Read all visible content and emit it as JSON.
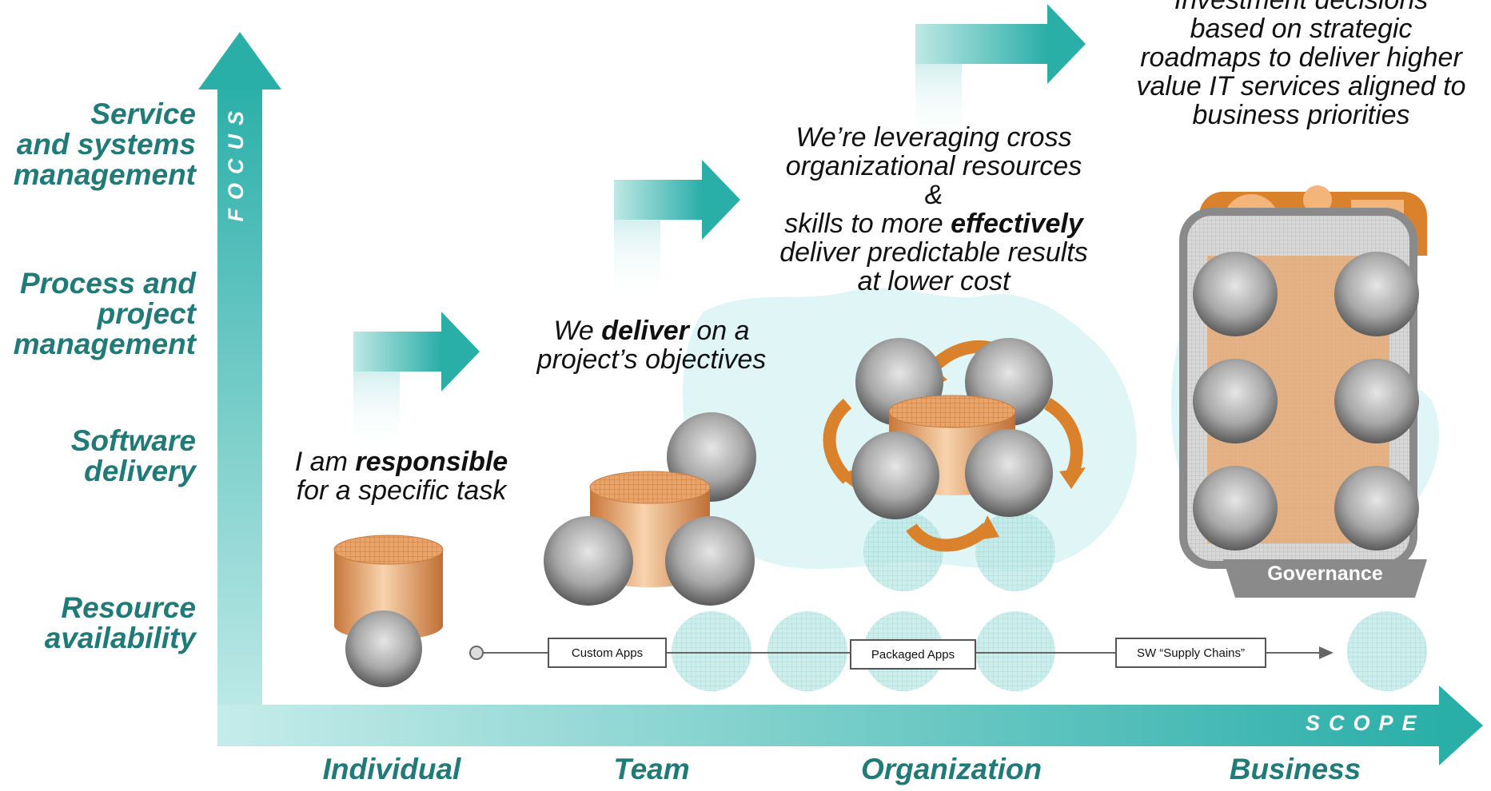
{
  "axes": {
    "vertical": "FOCUS",
    "horizontal": "SCOPE"
  },
  "focus_levels": [
    {
      "line1": "Service",
      "line2": "and systems",
      "line3": "management"
    },
    {
      "line1": "Process and",
      "line2": "project",
      "line3": "management"
    },
    {
      "line1": "Software",
      "line2": "delivery"
    },
    {
      "line1": "Resource",
      "line2": "availability"
    }
  ],
  "scope_levels": [
    "Individual",
    "Team",
    "Organization",
    "Business"
  ],
  "statements": {
    "individual": {
      "pre": "I am ",
      "bold": "responsible",
      "post": "for a specific task"
    },
    "team": {
      "pre": "We ",
      "bold": "deliver",
      "mid": " on a",
      "post": "project’s objectives"
    },
    "organization": {
      "line1": "We’re leveraging cross",
      "line2": "organizational resources &",
      "line3a": "skills to more ",
      "bold": "effectively",
      "line4": "deliver predictable results",
      "line5": "at lower cost"
    },
    "business": {
      "line1": "Investment decisions",
      "line2": "based on strategic",
      "line3": "roadmaps to deliver higher",
      "line4": "value IT services aligned to",
      "line5": "business priorities"
    }
  },
  "timeline": [
    "Custom Apps",
    "Packaged Apps",
    "SW “Supply Chains”"
  ],
  "governance_label": "Governance",
  "colors": {
    "teal": "#2aaea8",
    "teal_dark": "#1f7a78",
    "orange": "#d9822b",
    "cylinder": "#e8a56a",
    "gray": "#8a8a8a"
  }
}
